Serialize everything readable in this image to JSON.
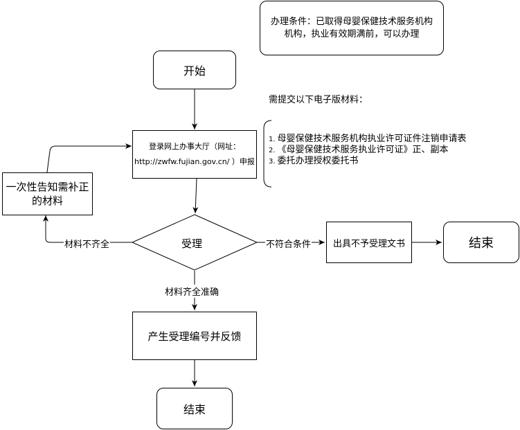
{
  "condition_note": {
    "line1": "办理条件：已取得母婴保健技术服务机构",
    "line2": "机构，执业有效期满前，可以办理"
  },
  "start_node": {
    "label": "开始"
  },
  "login_node": {
    "line1": "登录网上办事大厅（网址：",
    "line2": "http://zwfw.fujian.gov.cn/ ）申报"
  },
  "materials": {
    "heading": "需提交以下电子版材料：",
    "items": [
      {
        "num": "1.",
        "text": "母婴保健技术服务机构执业许可证件注销申请表"
      },
      {
        "num": "2.",
        "text": "《母婴保健技术服务执业许可证》正、副本"
      },
      {
        "num": "3.",
        "text": "委托办理授权委托书"
      }
    ]
  },
  "notify_node": {
    "line1": "一次性告知需补正",
    "line2": "的材料"
  },
  "accept_node": {
    "label": "受理"
  },
  "edge_labels": {
    "incomplete": "材料不齐全",
    "unqualified": "不符合条件",
    "complete": "材料齐全准确"
  },
  "reject_node": {
    "label": "出具不予受理文书"
  },
  "end_right_node": {
    "label": "结束"
  },
  "number_node": {
    "label": "产生受理编号并反馈"
  },
  "end_bottom_node": {
    "label": "结束"
  }
}
